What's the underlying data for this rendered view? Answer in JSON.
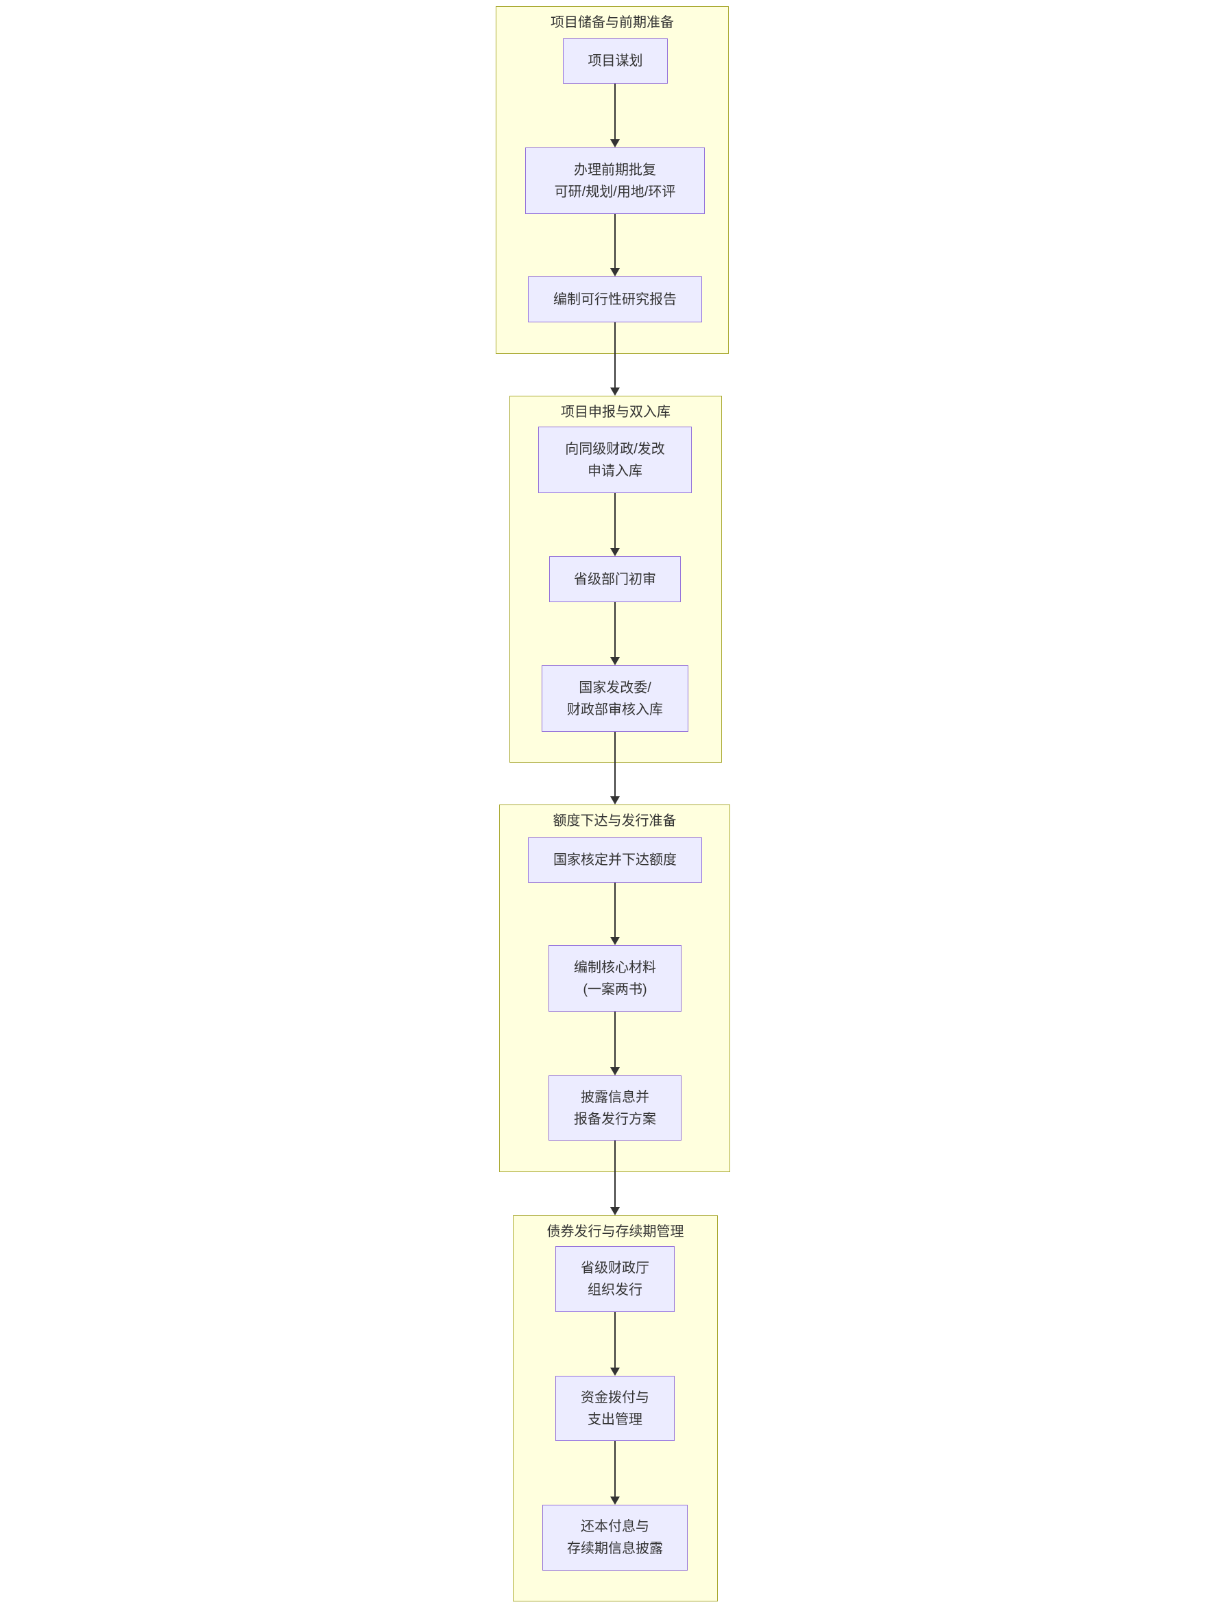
{
  "colors": {
    "cluster_fill": "#ffffde",
    "cluster_border": "#aaaa33",
    "node_fill": "#ececff",
    "node_border": "#9370db",
    "edge": "#333333",
    "text": "#333333",
    "page_bg": "#ffffff"
  },
  "flowchart": {
    "clusters": [
      {
        "title": "项目储备与前期准备",
        "nodes": [
          {
            "lines": [
              "项目谋划"
            ]
          },
          {
            "lines": [
              "办理前期批复",
              "可研/规划/用地/环评"
            ]
          },
          {
            "lines": [
              "编制可行性研究报告"
            ]
          }
        ]
      },
      {
        "title": "项目申报与双入库",
        "nodes": [
          {
            "lines": [
              "向同级财政/发改",
              "申请入库"
            ]
          },
          {
            "lines": [
              "省级部门初审"
            ]
          },
          {
            "lines": [
              "国家发改委/",
              "财政部审核入库"
            ]
          }
        ]
      },
      {
        "title": "额度下达与发行准备",
        "nodes": [
          {
            "lines": [
              "国家核定并下达额度"
            ]
          },
          {
            "lines": [
              "编制核心材料",
              "(一案两书)"
            ]
          },
          {
            "lines": [
              "披露信息并",
              "报备发行方案"
            ]
          }
        ]
      },
      {
        "title": "债券发行与存续期管理",
        "nodes": [
          {
            "lines": [
              "省级财政厅",
              "组织发行"
            ]
          },
          {
            "lines": [
              "资金拨付与",
              "支出管理"
            ]
          },
          {
            "lines": [
              "还本付息与",
              "存续期信息披露"
            ]
          }
        ]
      }
    ]
  }
}
